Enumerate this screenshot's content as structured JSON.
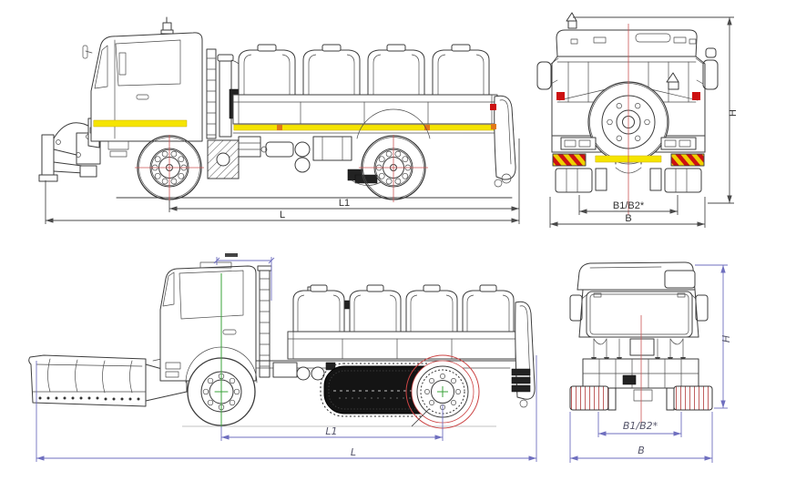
{
  "meta": {
    "description": "four-view dimensional technical drawing of a utility truck with plow, tank body and sweeper equipment"
  },
  "colors": {
    "line_dark": "#3c3c3c",
    "dim_dark": "#4a4a4a",
    "dim_blue": "#6f6fbf",
    "centerline_red": "#cc5555",
    "centerline_green": "#3aa33a",
    "stripe_yellow": "#f5e400",
    "marker_orange": "#e07818",
    "marker_red": "#cc1111"
  },
  "views": {
    "top_side": {
      "name": "side view - tank body truck with front implement mount",
      "label_l1": "L1",
      "label_l": "L"
    },
    "top_rear": {
      "name": "rear view with spare wheel",
      "label_b1b2": "B1/B2*",
      "label_b": "B",
      "label_h": "H"
    },
    "bottom_side": {
      "name": "side view - sweeper truck with snow plow and brush",
      "label_l1": "L1",
      "label_l": "L"
    },
    "bottom_front": {
      "name": "front view",
      "label_b1b2": "B1/B2*",
      "label_b": "B",
      "label_h": "H"
    }
  }
}
